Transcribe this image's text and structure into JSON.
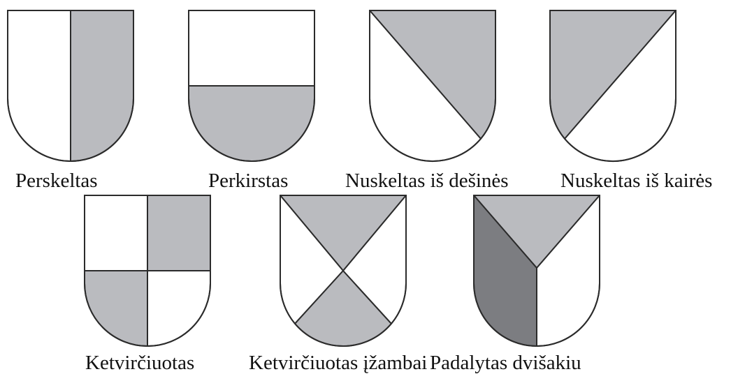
{
  "colors": {
    "outline": "#2b2b2b",
    "white": "#ffffff",
    "light_gray": "#babbbf",
    "dark_gray": "#7c7d81"
  },
  "shields": [
    {
      "id": "perskeltas",
      "caption": "Perskeltas",
      "division": "per-pale",
      "fills": [
        "white",
        "light_gray"
      ]
    },
    {
      "id": "perkirstas",
      "caption": "Perkirstas",
      "division": "per-fess",
      "fills": [
        "white",
        "light_gray"
      ]
    },
    {
      "id": "nuskeltas-is-desines",
      "caption": "Nuskeltas iš dešinės",
      "division": "per-bend",
      "fills": [
        "light_gray",
        "white"
      ]
    },
    {
      "id": "nuskeltas-is-kaires",
      "caption": "Nuskeltas iš kairės",
      "division": "per-bend-sinister",
      "fills": [
        "light_gray",
        "white"
      ]
    },
    {
      "id": "ketvirciuotas",
      "caption": "Ketvirčiuotas",
      "division": "quarterly",
      "fills": [
        "white",
        "light_gray",
        "light_gray",
        "white"
      ]
    },
    {
      "id": "ketvirciuotas-izambai",
      "caption": "Ketvirčiuotas įžambai",
      "division": "per-saltire",
      "fills": [
        "light_gray",
        "white",
        "light_gray",
        "white"
      ]
    },
    {
      "id": "padalytas-dvisakiu",
      "caption": "Padalytas dvišakiu",
      "division": "tierced-per-pall",
      "fills": [
        "light_gray",
        "dark_gray",
        "white"
      ]
    }
  ]
}
